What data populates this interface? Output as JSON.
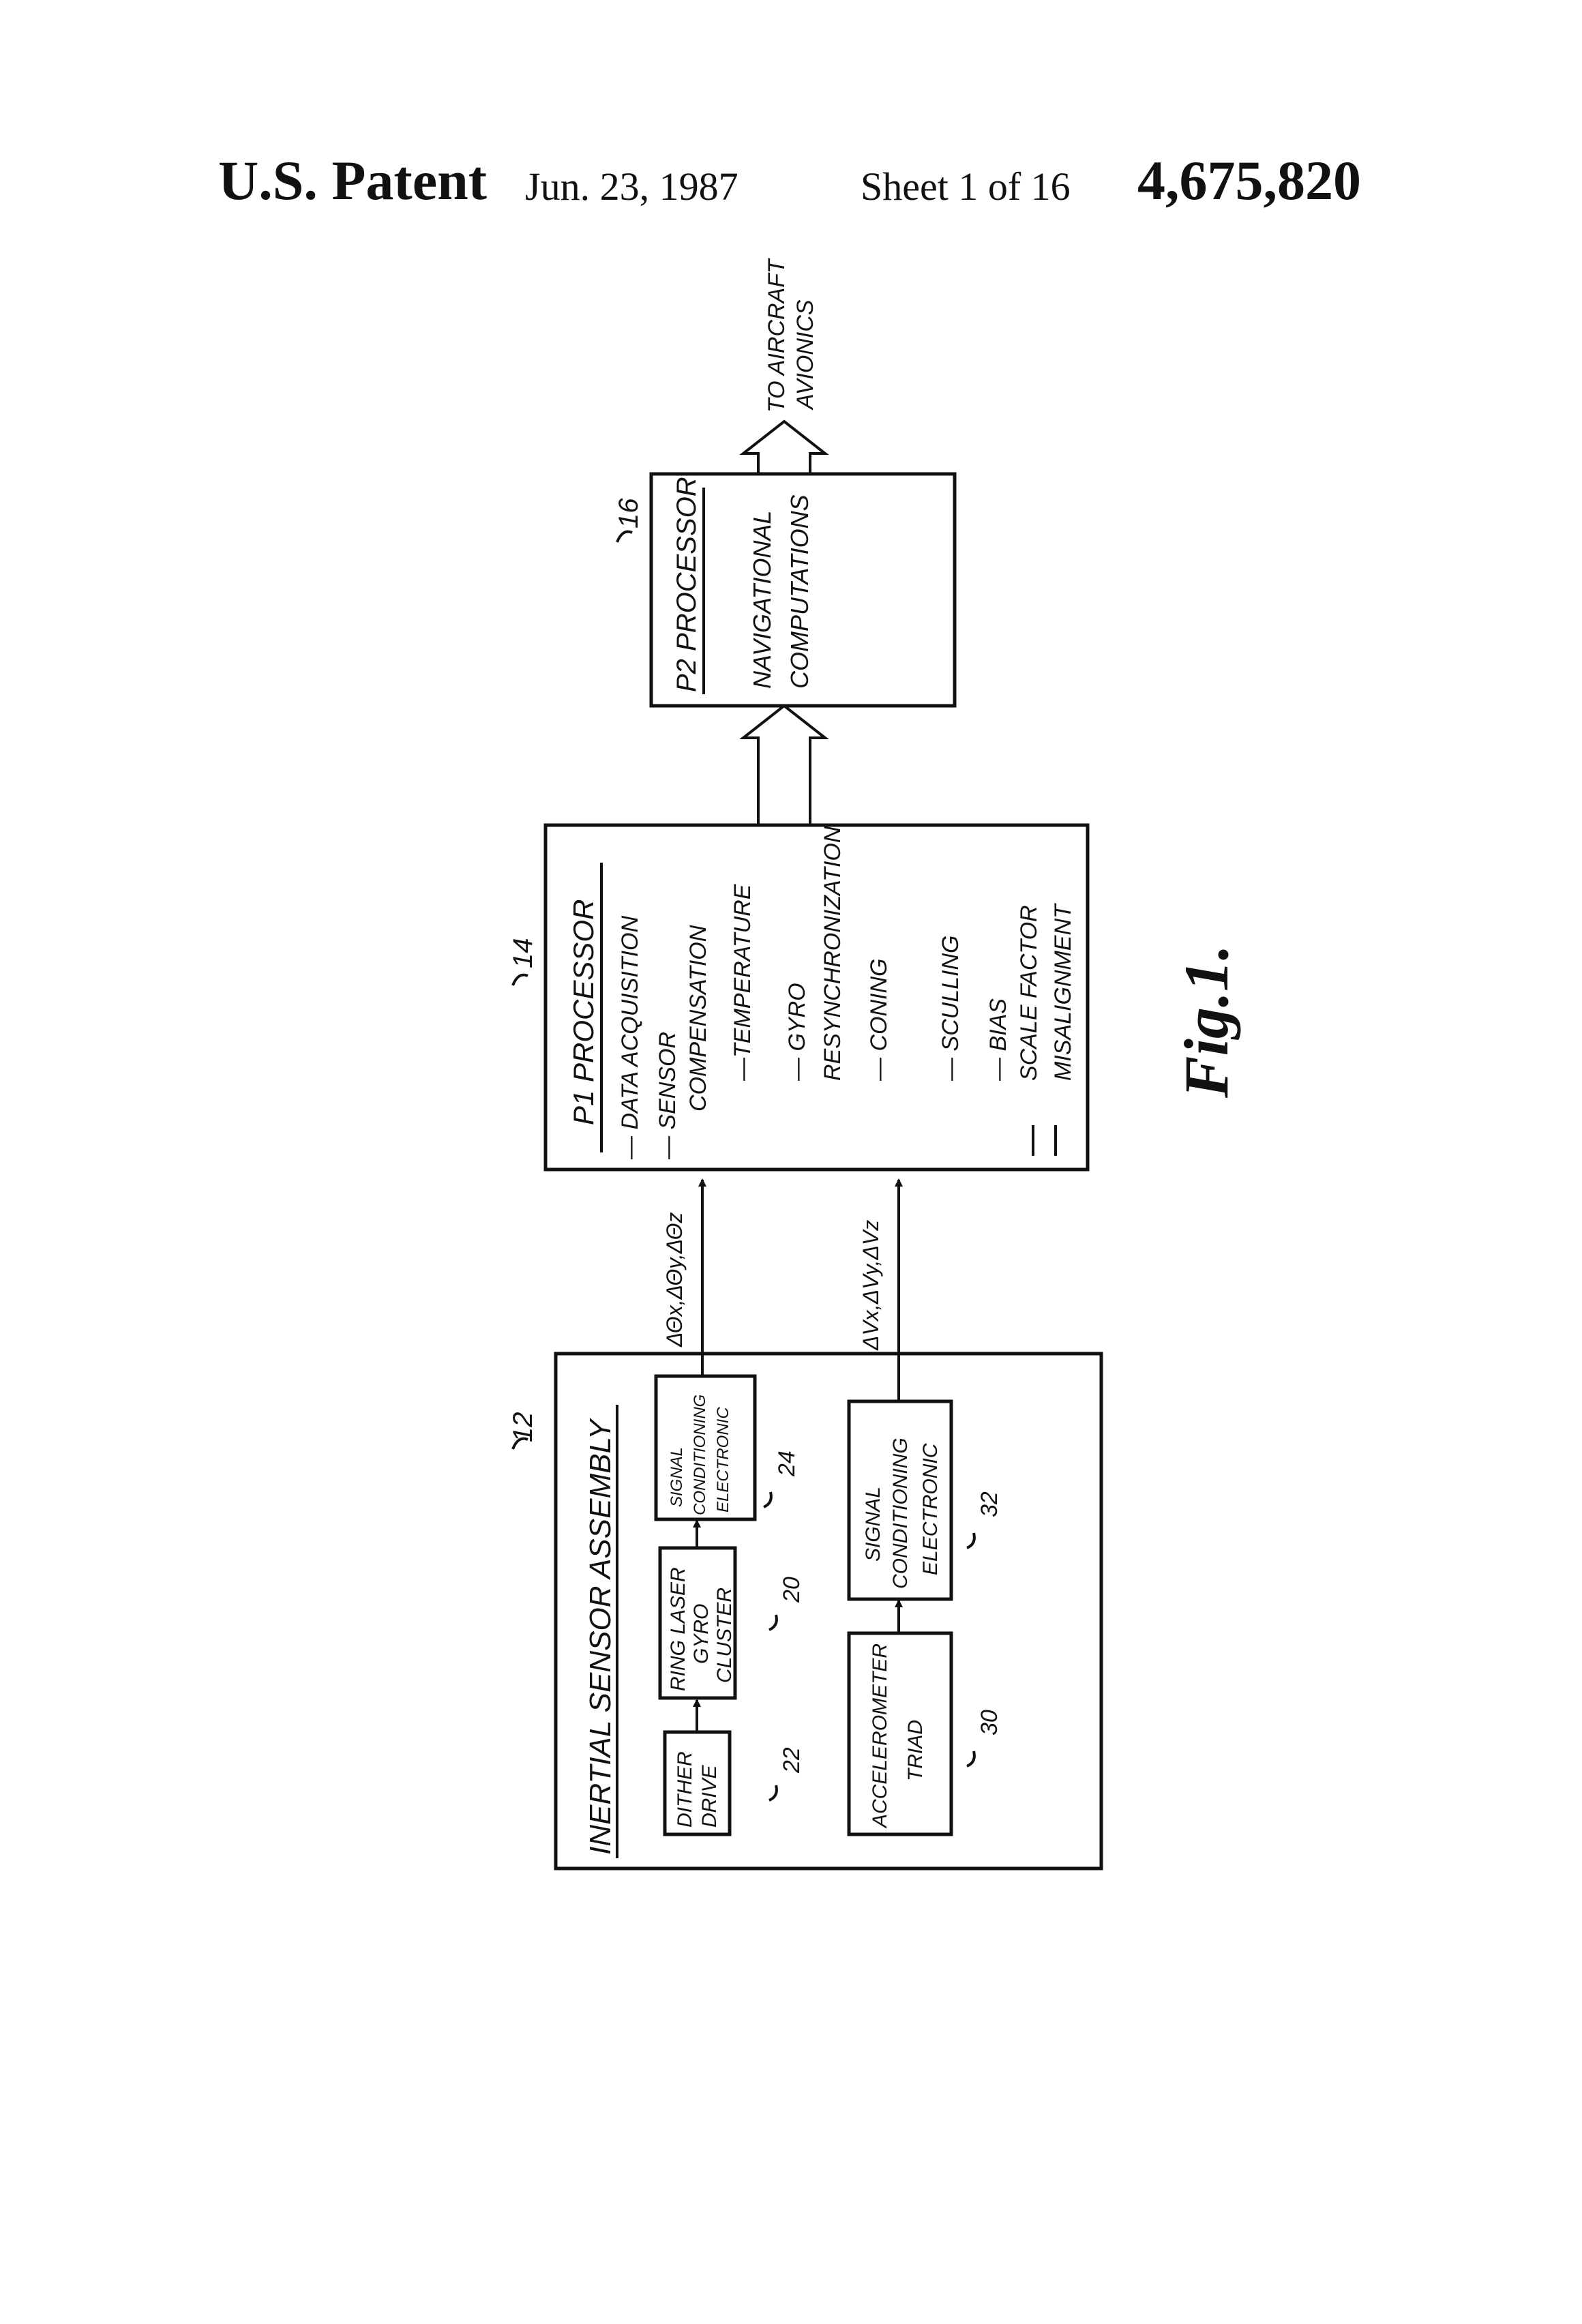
{
  "header": {
    "patent_label": "U.S. Patent",
    "date": "Jun. 23, 1987",
    "sheet": "Sheet 1 of 16",
    "patent_number": "4,675,820"
  },
  "diagram": {
    "output_label": [
      "TO AIRCRAFT",
      "AVIONICS"
    ],
    "p2": {
      "ref": "16",
      "title": "P2 PROCESSOR",
      "lines": [
        "NAVIGATIONAL",
        "COMPUTATIONS"
      ]
    },
    "p1": {
      "ref": "14",
      "title": "P1 PROCESSOR",
      "items": [
        "— DATA ACQUISITION",
        "— SENSOR",
        "COMPENSATION",
        "—TEMPERATURE",
        "— GYRO",
        "RESYNCHRONIZATION",
        "— CONING",
        "— SCULLING",
        "— BIAS",
        "SCALE FACTOR",
        "MISALIGNMENT"
      ]
    },
    "gyro_signal_label": "ΔΘx,ΔΘy,ΔΘz",
    "accel_signal_label": "ΔVx,ΔVy,ΔVz",
    "isa": {
      "ref": "12",
      "title": "INERTIAL SENSOR ASSEMBLY",
      "dither": {
        "ref": "22",
        "lines": [
          "DITHER",
          "DRIVE"
        ]
      },
      "gyro": {
        "ref": "20",
        "lines": [
          "RING LASER",
          "GYRO",
          "CLUSTER"
        ]
      },
      "gyro_sce": {
        "ref": "24",
        "lines": [
          "SIGNAL",
          "CONDITIONING",
          "ELECTRONIC"
        ]
      },
      "accel": {
        "ref": "30",
        "lines": [
          "ACCELEROMETER",
          "TRIAD"
        ]
      },
      "accel_sce": {
        "ref": "32",
        "lines": [
          "SIGNAL",
          "CONDITIONING",
          "ELECTRONIC"
        ]
      }
    },
    "figure_label": "Fig.1."
  }
}
